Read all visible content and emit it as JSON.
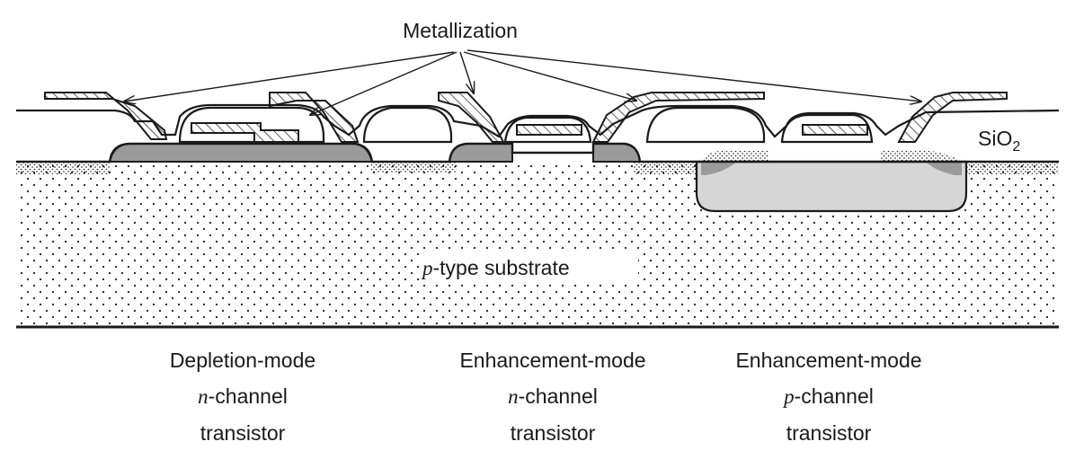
{
  "labels": {
    "metallization": "Metallization",
    "oxide": "SiO",
    "oxide_sub": "2",
    "substrate_prefix": "p",
    "substrate_rest": "-type substrate"
  },
  "captions": [
    {
      "line1": "Depletion-mode",
      "type_letter": "n",
      "line2_rest": "-channel",
      "line3": "transistor"
    },
    {
      "line1": "Enhancement-mode",
      "type_letter": "n",
      "line2_rest": "-channel",
      "line3": "transistor"
    },
    {
      "line1": "Enhancement-mode",
      "type_letter": "p",
      "line2_rest": "-channel",
      "line3": "transistor"
    }
  ],
  "colors": {
    "ink": "#1a1a1a",
    "n_region": "#9a9a9a",
    "p_well": "#d6d6d6",
    "background": "#ffffff"
  }
}
